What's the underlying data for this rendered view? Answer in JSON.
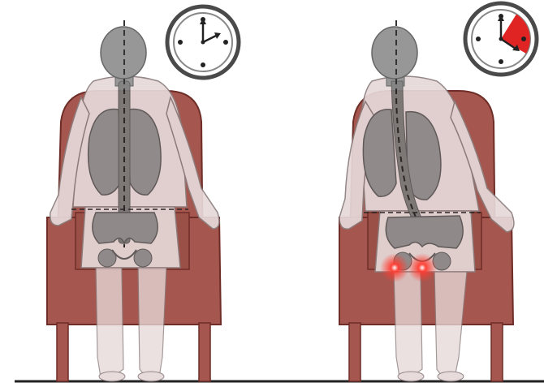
{
  "figure": {
    "panels": [
      {
        "id": "left",
        "description_icon": "clock-icon",
        "clock_highlight": false,
        "pressure_points": false,
        "spine_posture": "upright"
      },
      {
        "id": "right",
        "description_icon": "clock-icon",
        "clock_highlight": true,
        "pressure_points": true,
        "spine_posture": "slouched"
      }
    ]
  },
  "colors": {
    "chair": "#A5574F",
    "chair_dark": "#6E2D27",
    "skin": "#E7D9D9",
    "skin_outline": "#8B7D7D",
    "organ": "#8F8F8F",
    "organ_dark": "#5A5A5A",
    "clock_ring": "#4A4A4A",
    "clock_highlight": "#E02424",
    "pressure": "#E8332F",
    "floor": "#222222"
  }
}
